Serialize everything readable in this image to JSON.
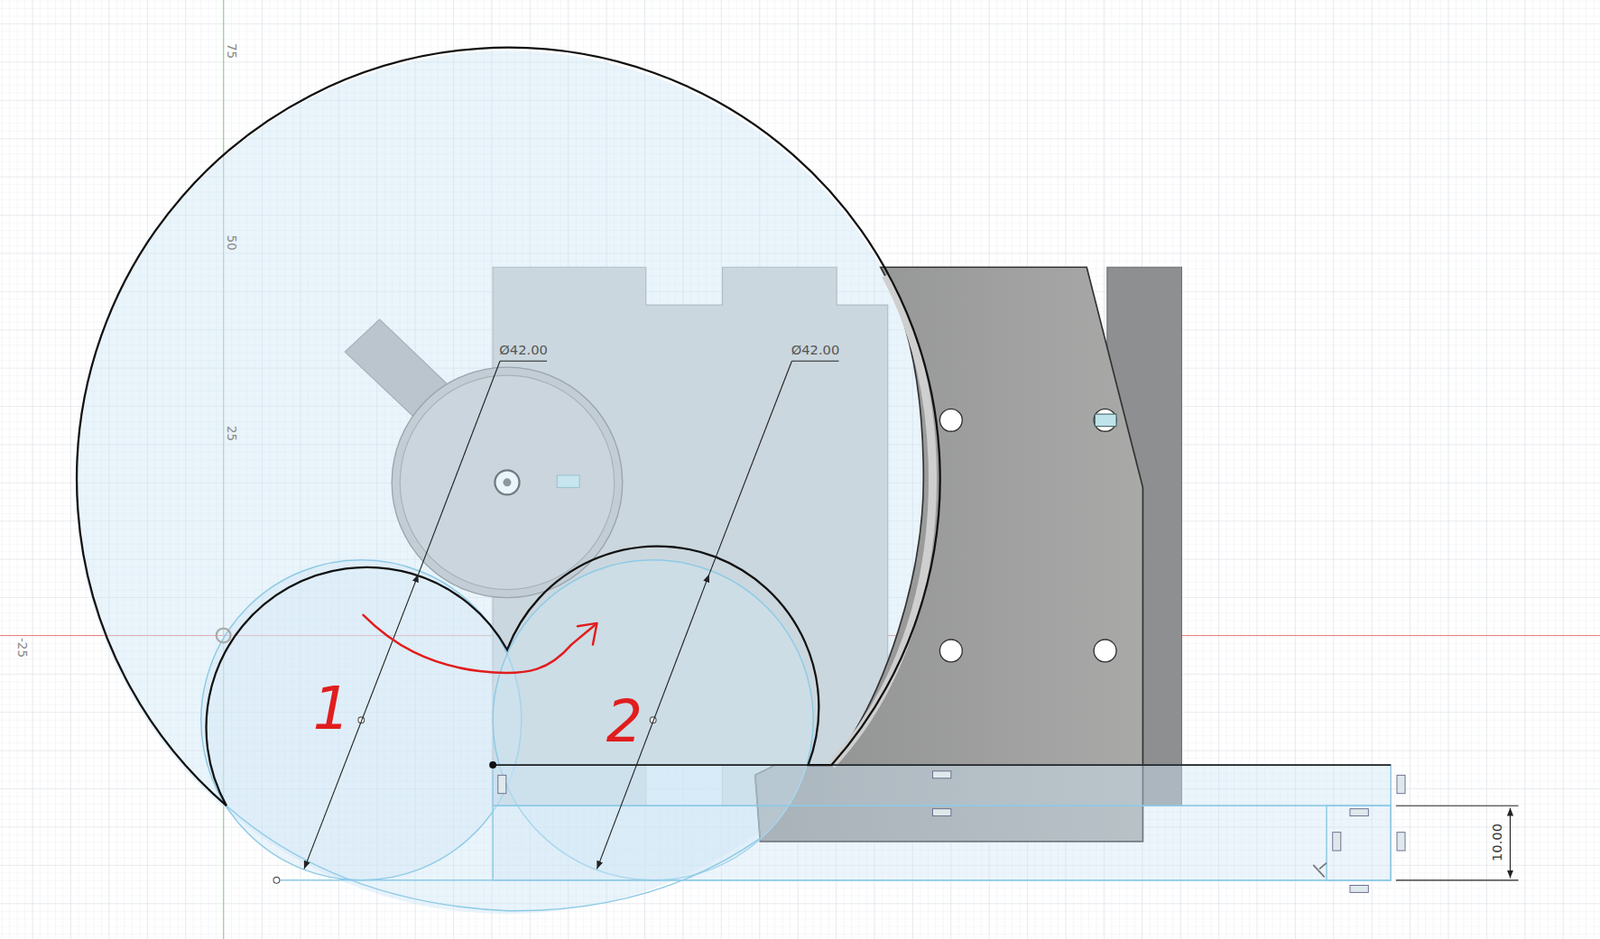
{
  "diagram": {
    "labels": [
      "75",
      "50",
      "25",
      "-25",
      "Ø42.00",
      "Ø42.00",
      "10.00",
      "1",
      "2"
    ]
  }
}
